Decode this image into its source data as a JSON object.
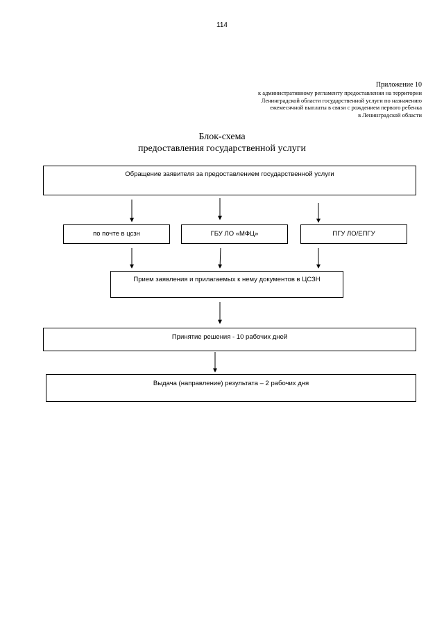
{
  "page_number": "114",
  "appendix": {
    "lines": [
      "Приложение 10",
      "к административному регламенту  предоставления на территории",
      "Ленинградской области   государственной услуги  по назначению",
      "ежемесячной  выплаты в связи с рождением первого  ребенка",
      "в Ленинградской области"
    ]
  },
  "title": {
    "line1": "Блок-схема",
    "line2": "предоставления государственной услуги"
  },
  "flowchart": {
    "appeal": "Обращение заявителя за предоставлением государственной услуги",
    "mail": "по почте в цсзн",
    "mfc": "ГБУ ЛО «МФЦ»",
    "pgu": "ПГУ ЛО/ЕПГУ",
    "receive": "Прием заявления и прилагаемых к нему документов в ЦСЗН",
    "decision": "Принятие решения - 10 рабочих дней",
    "issue": "Выдача (направление) результата – 2 рабочих дня"
  }
}
